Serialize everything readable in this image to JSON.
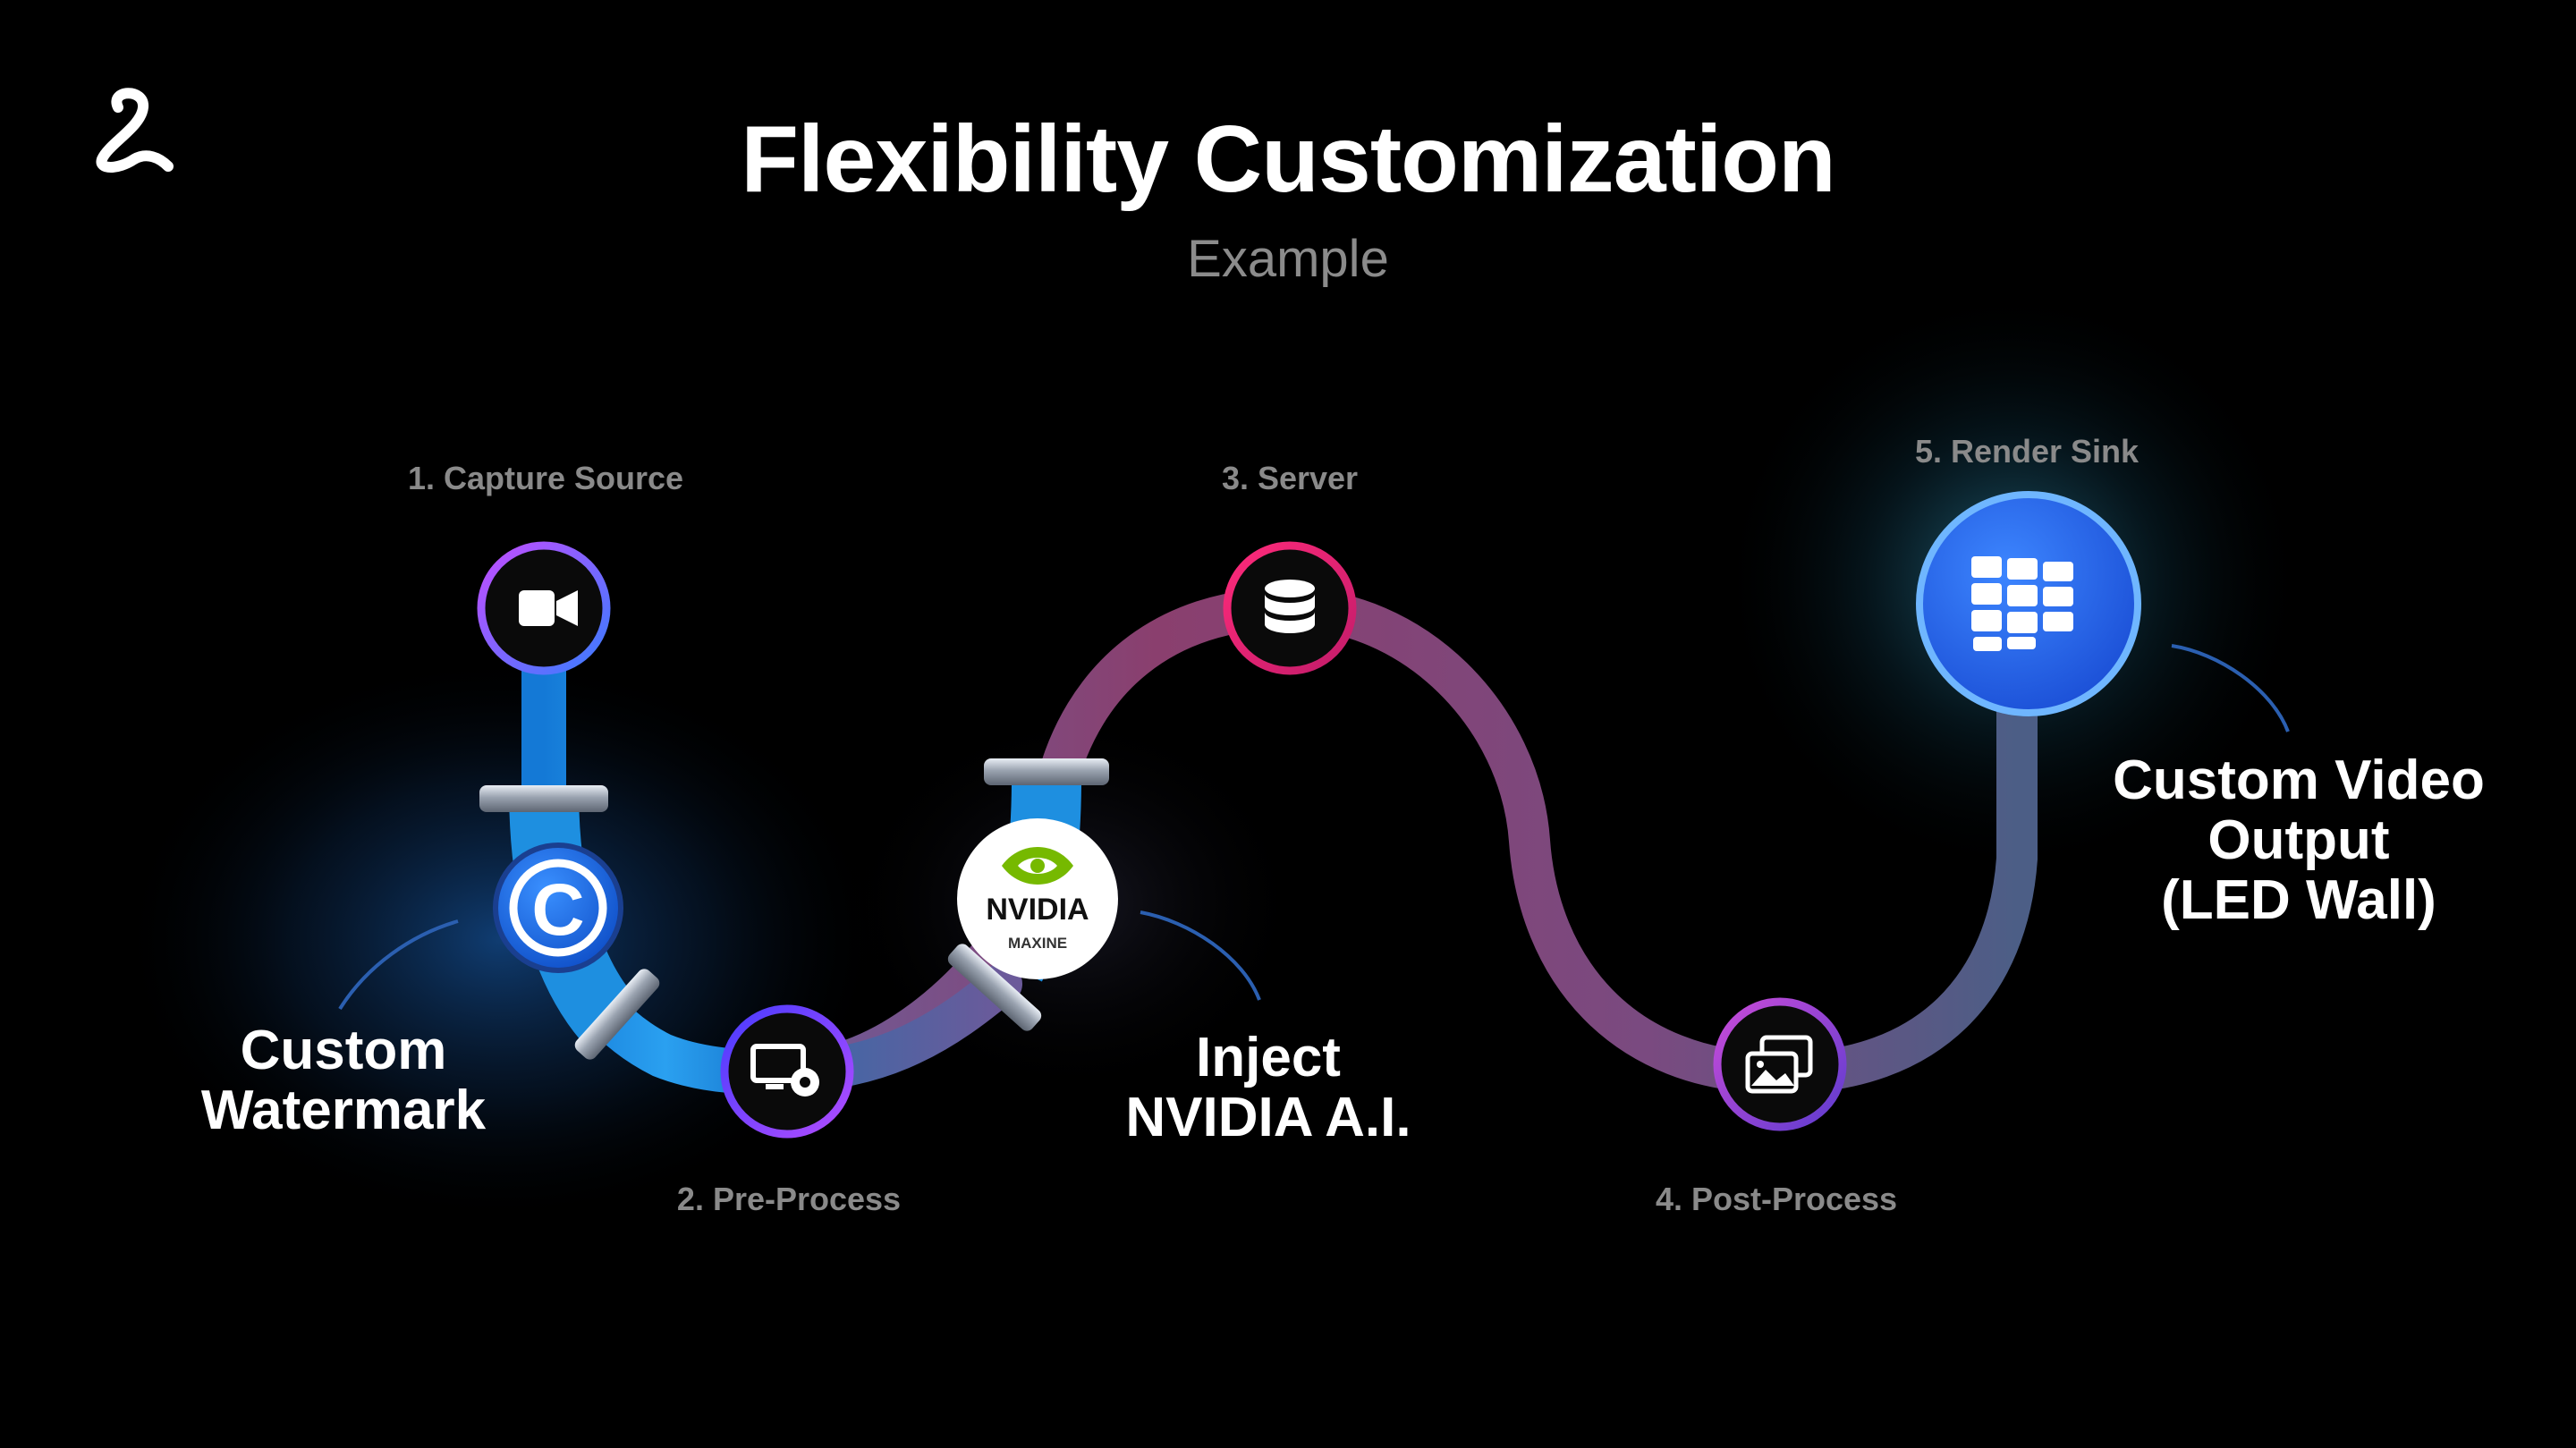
{
  "title": "Flexibility Customization",
  "subtitle": "Example",
  "stages": [
    {
      "label": "1. Capture Source",
      "icon": "video-camera-icon"
    },
    {
      "label": "2. Pre-Process",
      "icon": "monitor-settings-icon"
    },
    {
      "label": "3. Server",
      "icon": "database-icon"
    },
    {
      "label": "4. Post-Process",
      "icon": "images-icon"
    },
    {
      "label": "5. Render Sink",
      "icon": "led-wall-icon"
    }
  ],
  "callouts": {
    "watermark": [
      "Custom",
      "Watermark"
    ],
    "nvidia": [
      "Inject",
      "NVIDIA A.I."
    ],
    "output": [
      "Custom Video",
      "Output",
      "(LED Wall)"
    ]
  },
  "badges": {
    "watermark_letter": "C",
    "nvidia_name": "NVIDIA",
    "nvidia_product": "MAXINE"
  },
  "colors": {
    "background": "#000000",
    "pipe_blue": "#1e8fe0",
    "pipe_dark": "#2a5fa0",
    "node_purple": "#9b4dff",
    "node_magenta": "#e0237a",
    "node_render": "#2f6df5",
    "nvidia_green": "#76b900"
  }
}
